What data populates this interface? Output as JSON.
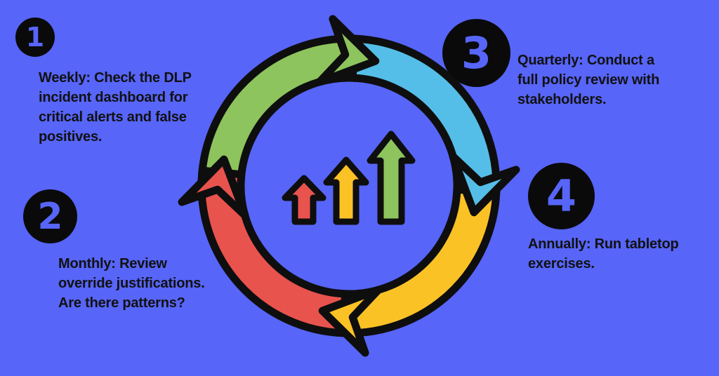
{
  "background_color": "#5765F8",
  "text_color": "#111111",
  "badge_style": {
    "background": "#0A0A0A",
    "number_color": "#5765F8"
  },
  "steps": [
    {
      "number": "1",
      "lines": [
        "Weekly: Check the DLP",
        "incident dashboard for",
        "critical alerts and false",
        "positives."
      ]
    },
    {
      "number": "2",
      "lines": [
        "Monthly: Review",
        "override justifications.",
        "Are there patterns?"
      ]
    },
    {
      "number": "3",
      "lines": [
        "Quarterly: Conduct a",
        "full policy review with",
        "stakeholders."
      ]
    },
    {
      "number": "4",
      "lines": [
        "Annually: Run tabletop",
        "exercises."
      ]
    }
  ],
  "cycle": {
    "direction": "clockwise",
    "colors": {
      "green": "#8DC45E",
      "blue": "#55BEE8",
      "yellow": "#FBC226",
      "red": "#E8534E",
      "outline": "#0E0E0E"
    },
    "segments": [
      {
        "position": "top",
        "color": "#8DC45E"
      },
      {
        "position": "right",
        "color": "#55BEE8"
      },
      {
        "position": "bottom",
        "color": "#FBC226"
      },
      {
        "position": "left",
        "color": "#E8534E"
      }
    ],
    "center_growth_arrows": [
      {
        "size": "small",
        "color": "#E8534E"
      },
      {
        "size": "medium",
        "color": "#FBC226"
      },
      {
        "size": "large",
        "color": "#8DC45E"
      }
    ]
  }
}
